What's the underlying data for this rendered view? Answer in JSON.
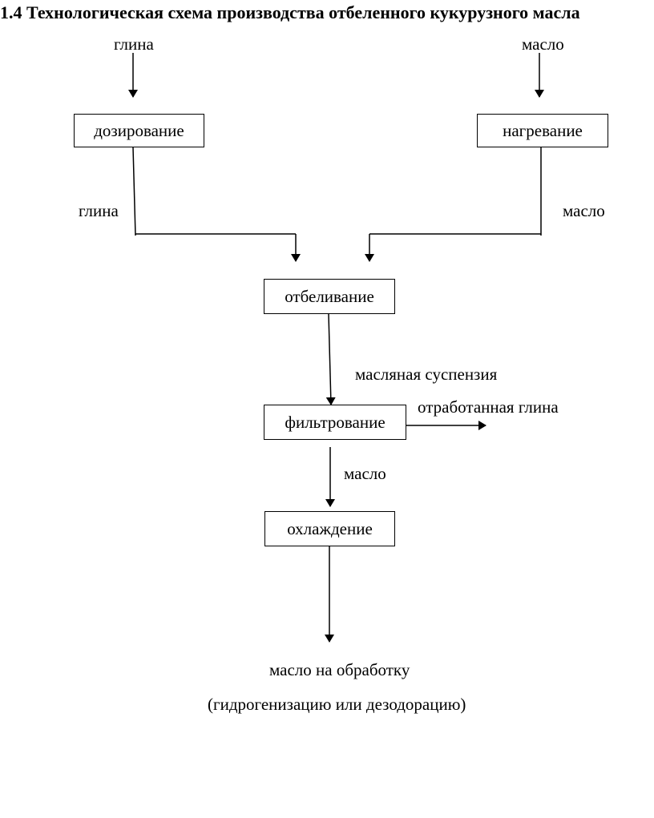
{
  "title": "1.4  Технологическая схема производства отбеленного кукурузного масла",
  "inputs": {
    "clay_top": "глина",
    "oil_top": "масло"
  },
  "boxes": {
    "dosing": "дозирование",
    "heating": "нагревание",
    "bleaching": "отбеливание",
    "filtering": "фильтрование",
    "cooling": "охлаждение"
  },
  "flows": {
    "clay_mid": "глина",
    "oil_mid": "масло",
    "oil_suspension": "масляная суспензия",
    "spent_clay": "отработанная глина",
    "oil_after_filter": "масло"
  },
  "output": {
    "line1": "масло на обработку",
    "line2": "(гидрогенизацию или дезодорацию)"
  }
}
